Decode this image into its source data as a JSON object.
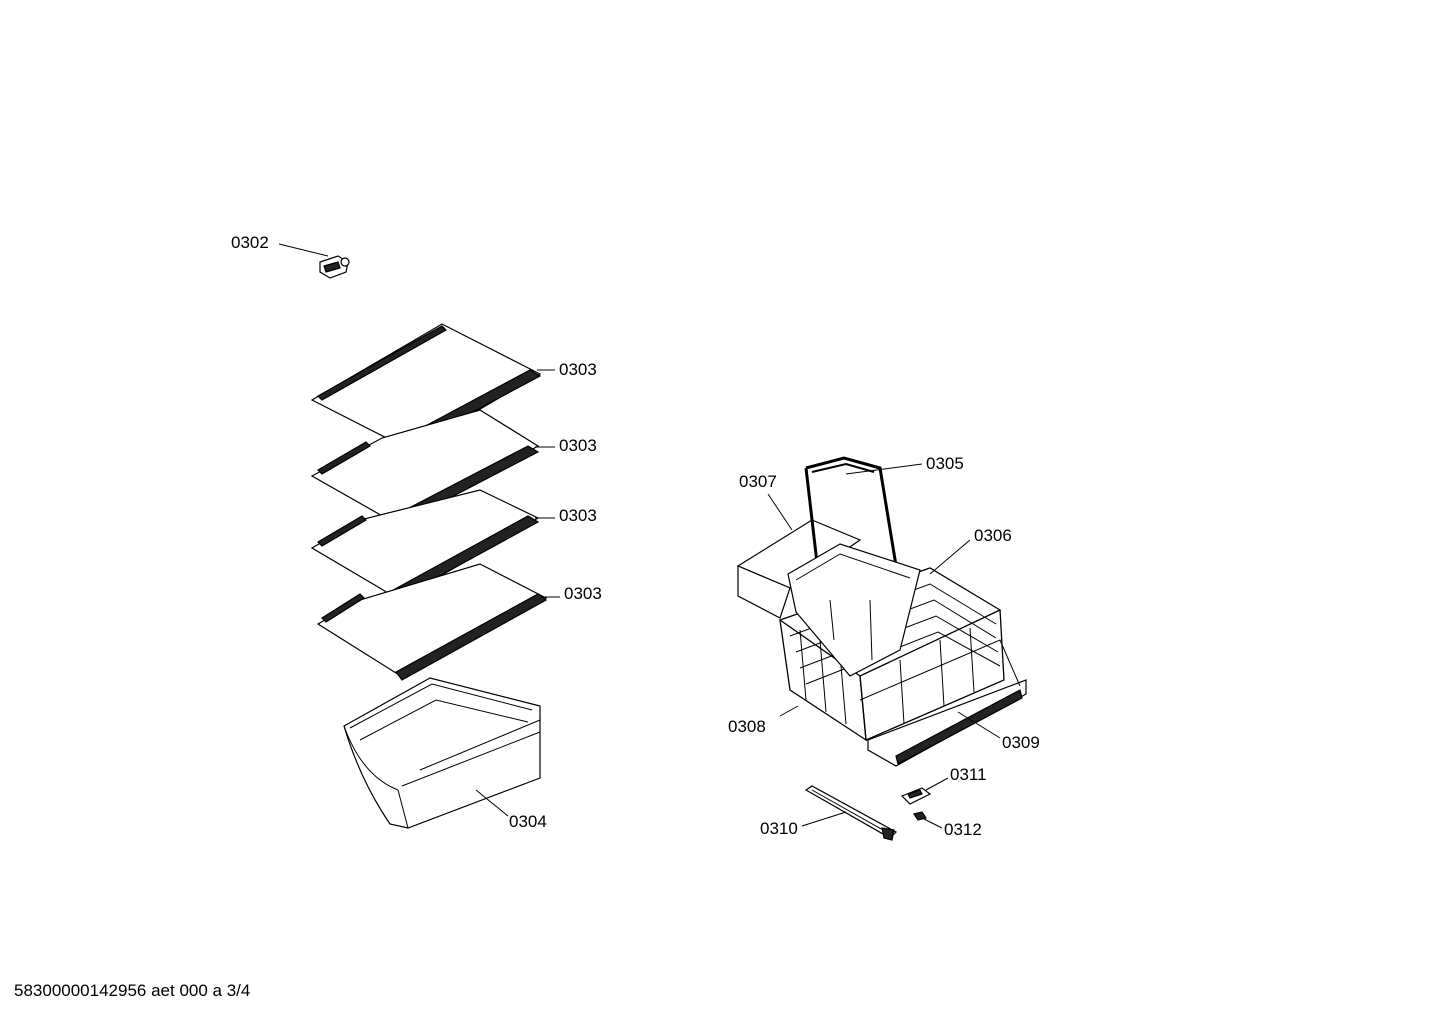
{
  "callouts": {
    "c0302": "0302",
    "c0303a": "0303",
    "c0303b": "0303",
    "c0303c": "0303",
    "c0303d": "0303",
    "c0304": "0304",
    "c0305": "0305",
    "c0306": "0306",
    "c0307": "0307",
    "c0308": "0308",
    "c0309": "0309",
    "c0310": "0310",
    "c0311": "0311",
    "c0312": "0312"
  },
  "footer": "58300000142956 aet 000 a 3/4"
}
